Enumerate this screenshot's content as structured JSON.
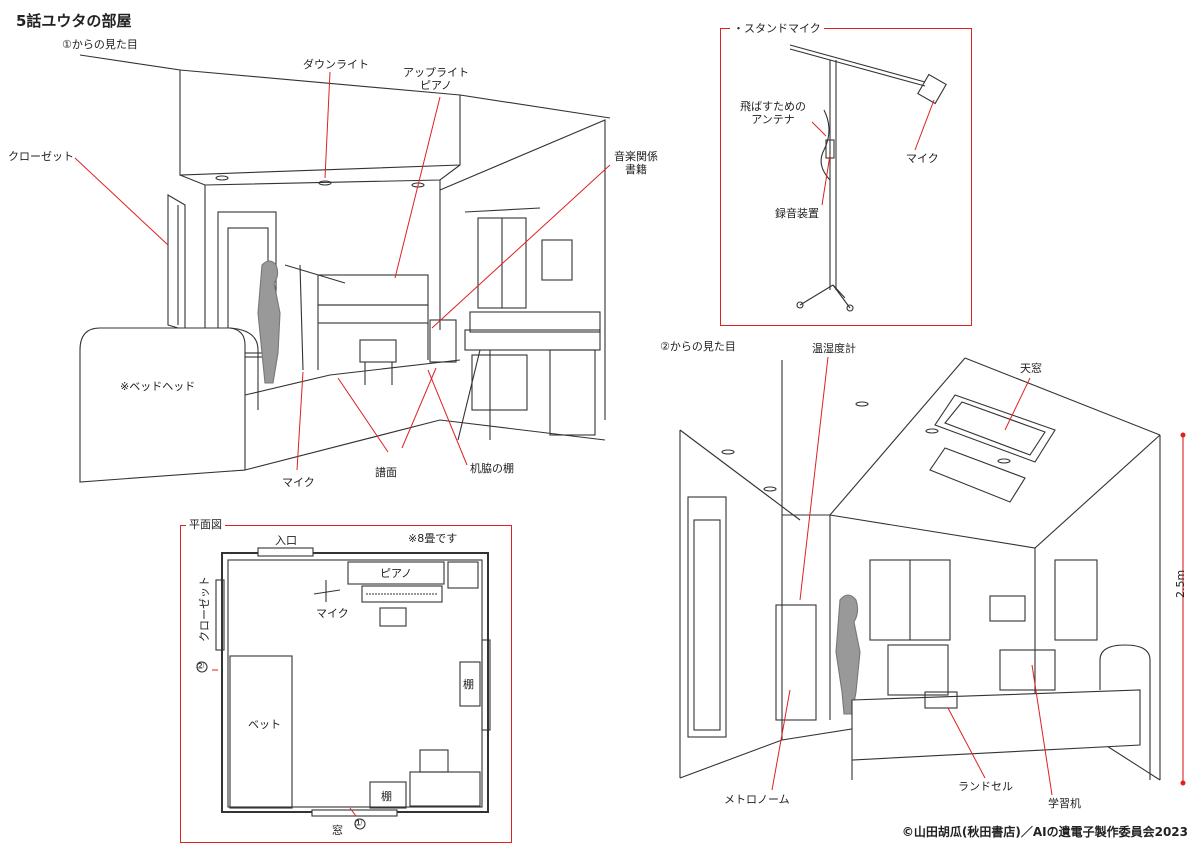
{
  "page": {
    "title": "5話ユウタの部屋",
    "copyright": "©山田胡瓜(秋田書店)／AIの遺電子製作委員会2023"
  },
  "view1": {
    "heading": "①からの見た目",
    "labels": {
      "downlight": "ダウンライト",
      "piano": "アップライト\nピアノ",
      "music_books": "音楽関係\n書籍",
      "closet": "クローゼット",
      "bedhead": "※ベッドヘッド",
      "mic": "マイク",
      "score": "譜面",
      "shelf": "机脇の棚"
    }
  },
  "stand_mic": {
    "heading": "・スタンドマイク",
    "labels": {
      "antenna": "飛ばすための\nアンテナ",
      "mic": "マイク",
      "recorder": "録音装置"
    }
  },
  "view2": {
    "heading": "②からの見た目",
    "labels": {
      "hygrometer": "温湿度計",
      "skylight": "天窓",
      "height": "2.5m",
      "metronome": "メトロノーム",
      "randoseru": "ランドセル",
      "desk": "学習机"
    }
  },
  "plan": {
    "heading": "平面図",
    "note": "※8畳です",
    "labels": {
      "entrance": "入口",
      "piano": "ピアノ",
      "mic": "マイク",
      "closet": "クローゼット",
      "bed": "ベット",
      "shelf1": "棚",
      "shelf2": "棚",
      "window": "窓",
      "marker1": "①",
      "marker2": "②"
    }
  },
  "colors": {
    "accent": "#d22222",
    "line": "#333333"
  }
}
